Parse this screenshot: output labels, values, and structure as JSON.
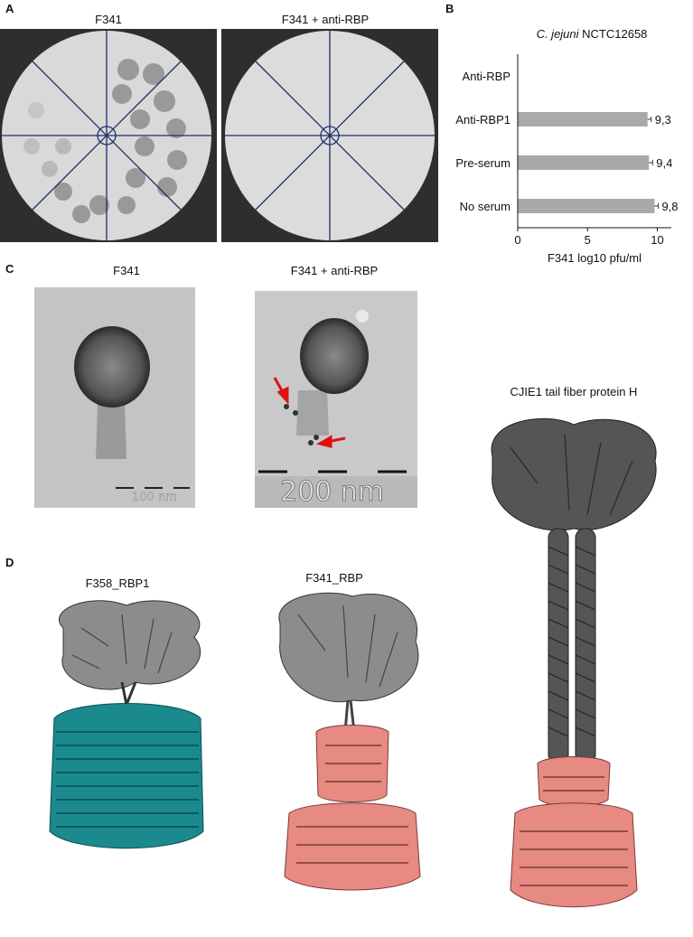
{
  "panels": {
    "A": {
      "letter": "A",
      "left_title": "F341",
      "right_title": "F341 + anti-RBP"
    },
    "B": {
      "letter": "B",
      "species": "C. jejuni",
      "strain": "NCTC12658"
    },
    "C": {
      "letter": "C",
      "left_title": "F341",
      "right_title": "F341 + anti-RBP",
      "left_scale": "100 nm",
      "right_scale": "200 nm"
    },
    "D": {
      "letter": "D",
      "labels": [
        "F358_RBP1",
        "F341_RBP",
        "CJIE1 tail fiber protein H"
      ]
    }
  },
  "colors": {
    "bar": "#a9a9a9",
    "teal": "#1a8a8e",
    "salmon": "#e68a82",
    "grey_protein": "#8c8c8c",
    "dark_protein": "#555555",
    "arrow": "#e01010"
  },
  "chart_data": {
    "type": "bar",
    "orientation": "horizontal",
    "categories": [
      "Anti-RBP",
      "Anti-RBP1",
      "Pre-serum",
      "No serum"
    ],
    "values": [
      null,
      9.3,
      9.4,
      9.8
    ],
    "value_labels": [
      "",
      "9,3",
      "9,4",
      "9,8"
    ],
    "xlabel": "F341 log10 pfu/ml",
    "xlim": [
      0,
      11
    ],
    "xticks": [
      0,
      5,
      10
    ],
    "grid": false
  }
}
